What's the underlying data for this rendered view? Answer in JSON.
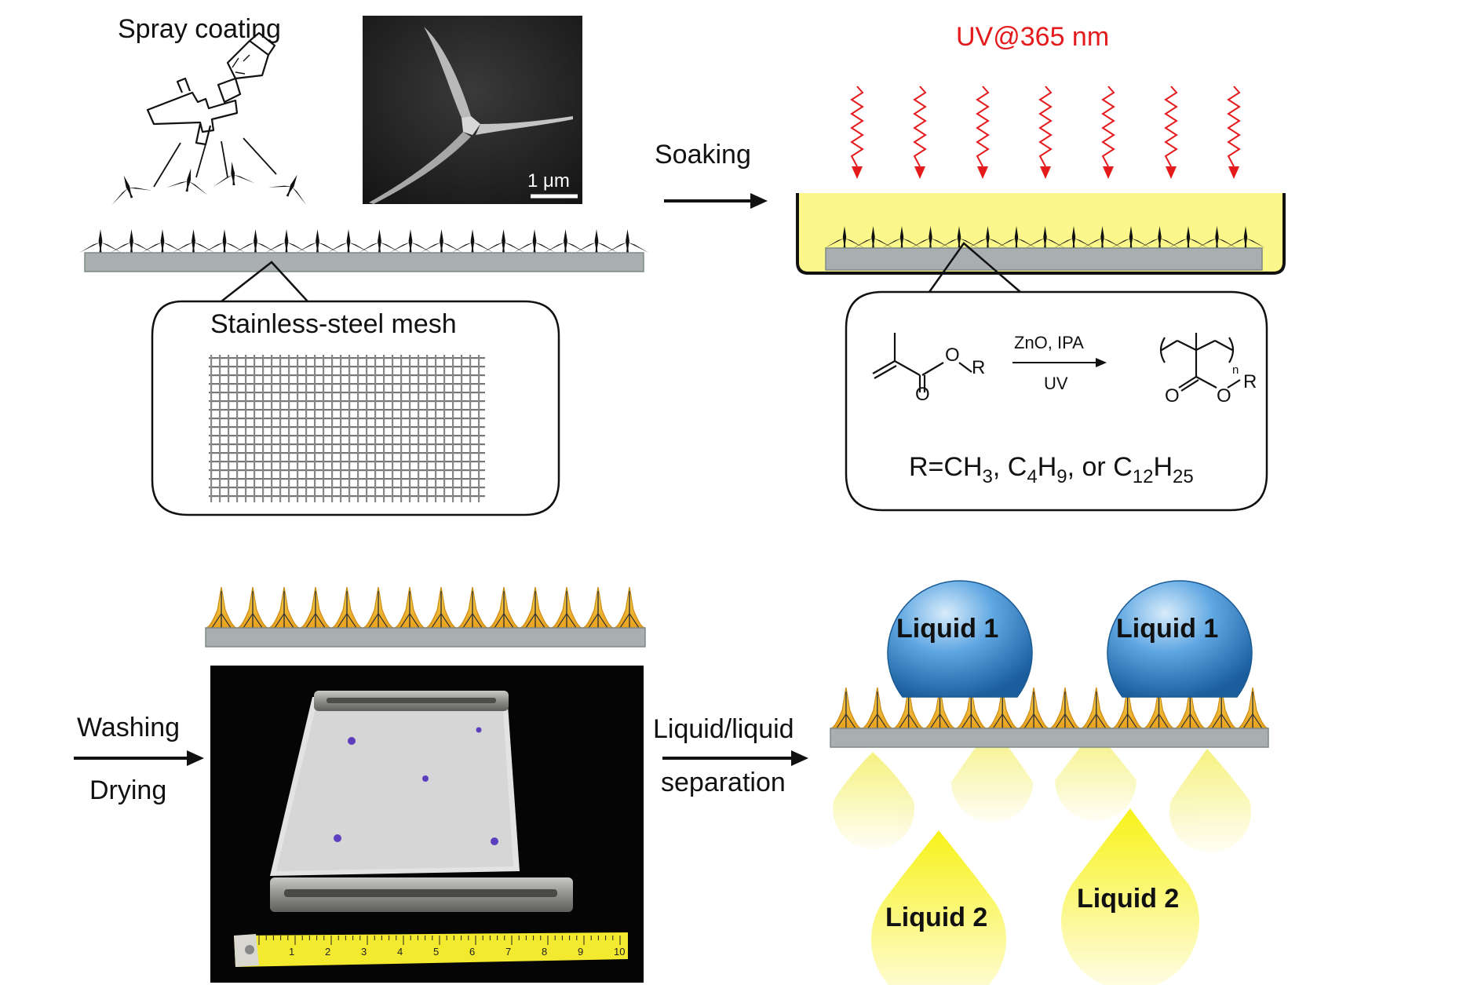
{
  "labels": {
    "spray": "Spray coating",
    "scale_bar": "1 μm",
    "soaking": "Soaking",
    "uv": "UV@365 nm",
    "mesh": "Stainless-steel mesh",
    "washing": "Washing",
    "drying": "Drying",
    "sep_line1": "Liquid/liquid",
    "sep_line2": "separation"
  },
  "reaction": {
    "reagents_top": "ZnO, IPA",
    "reagents_bottom": "UV",
    "o_left_ester": "O",
    "r_left": "R",
    "o_left_carbonyl": "O",
    "o_right_carbonyl": "O",
    "o_right_ester": "O",
    "r_right": "R",
    "subscript_n": "n"
  },
  "r_groups": {
    "prefix": "R=CH",
    "sub1": "3",
    "mid1": ", C",
    "sub2": "4",
    "mid2": "H",
    "sub3": "9",
    "mid3": ", or C",
    "sub4": "12",
    "mid4": "H",
    "sub5": "25"
  },
  "droplets": {
    "liquid1_a": "Liquid 1",
    "liquid1_b": "Liquid 1",
    "liquid2_a": "Liquid 2",
    "liquid2_b": "Liquid 2"
  },
  "ruler": {
    "cm_labels": [
      "1",
      "2",
      "3",
      "4",
      "5",
      "6",
      "7",
      "8",
      "9",
      "10"
    ]
  },
  "colors": {
    "mesh_bar": "#a9aeb0",
    "solution": "#fbf78a",
    "uv_arrow": "#e41a1c",
    "coating": "#f3b72c",
    "liquid1": "#2f7fc9",
    "liquid2": "#f7f218"
  }
}
